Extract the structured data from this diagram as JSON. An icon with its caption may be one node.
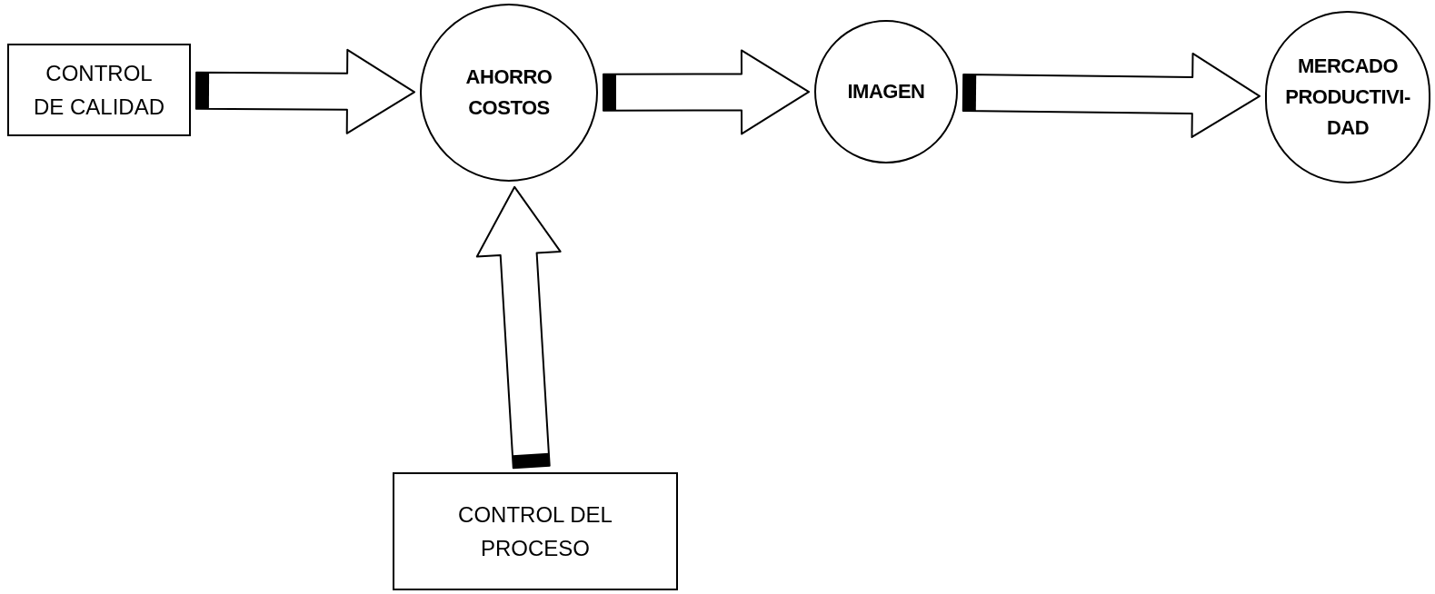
{
  "diagram": {
    "nodes": [
      {
        "text": [
          "CONTROL DE CALIDAD"
        ]
      },
      {
        "text": [
          "AHORRO COSTOS"
        ]
      },
      {
        "text": [
          "IMAGEN"
        ]
      },
      {
        "text": [
          "MERCADO PRODUCTIVI- DAD"
        ]
      },
      {
        "text": [
          "CONTROL DEL PROCESO"
        ]
      }
    ],
    "edges": [
      {
        "from": 0,
        "to": 1,
        "arrow": "to"
      },
      {
        "from": 1,
        "to": 2,
        "arrow": "to"
      },
      {
        "from": 2,
        "to": 3,
        "arrow": "to"
      },
      {
        "from": 4,
        "to": 1,
        "arrow": "to"
      }
    ]
  }
}
